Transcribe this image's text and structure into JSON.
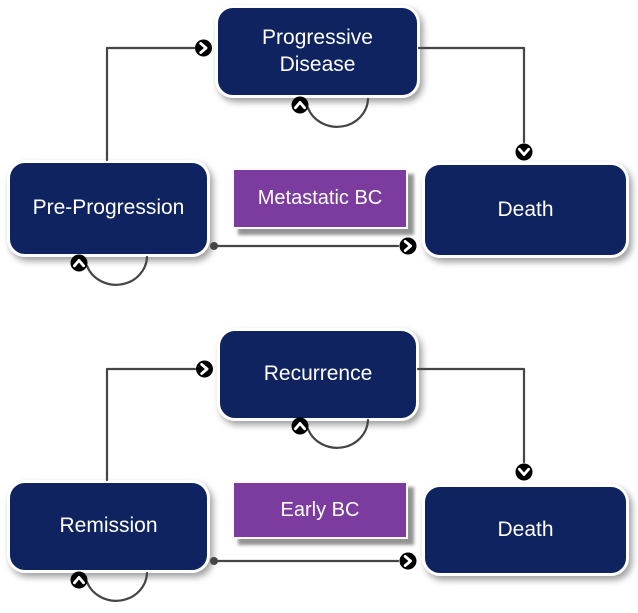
{
  "colors": {
    "background": "#ffffff",
    "state_box": "#0e2360",
    "state_text": "#ffffff",
    "label_box": "#7c3b9e",
    "connector": "#454545",
    "arrowhead_bg": "#000000",
    "arrowhead_glyph": "#ffffff"
  },
  "panels": [
    {
      "name": "metastatic-bc-model",
      "center_label": "Metastatic BC",
      "states": {
        "base": "Pre-Progression",
        "progression": "Progressive Disease",
        "death": "Death"
      }
    },
    {
      "name": "early-bc-model",
      "center_label": "Early BC",
      "states": {
        "base": "Remission",
        "progression": "Recurrence",
        "death": "Death"
      }
    }
  ]
}
